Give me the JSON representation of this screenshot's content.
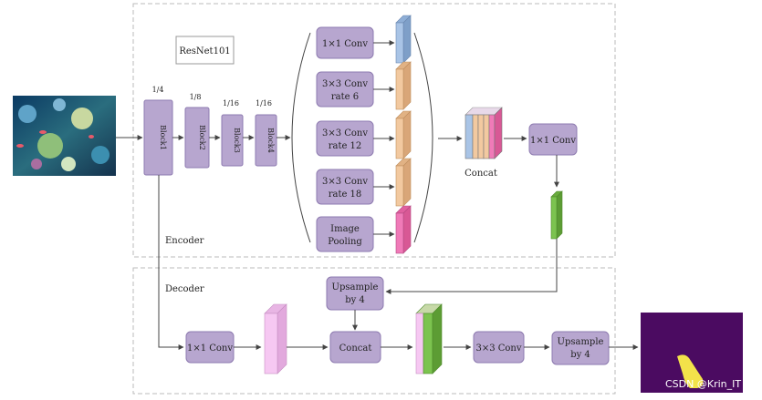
{
  "texts": {
    "backbone": "ResNet101",
    "encoder": "Encoder",
    "decoder": "Decoder",
    "concat": "Concat",
    "watermark": "CSDN @Krin_IT"
  },
  "blocks": [
    {
      "name": "Block1",
      "scale": "1/4"
    },
    {
      "name": "Block2",
      "scale": "1/8"
    },
    {
      "name": "Block3",
      "scale": "1/16"
    },
    {
      "name": "Block4",
      "scale": "1/16"
    }
  ],
  "aspp": [
    {
      "line1": "1×1 Conv",
      "line2": "",
      "color": "#a9c4e6"
    },
    {
      "line1": "3×3 Conv",
      "line2": "rate 6",
      "color": "#f2c9a0"
    },
    {
      "line1": "3×3 Conv",
      "line2": "rate 12",
      "color": "#f2c9a0"
    },
    {
      "line1": "3×3 Conv",
      "line2": "rate 18",
      "color": "#f2c9a0"
    },
    {
      "line1": "Image",
      "line2": "Pooling",
      "color": "#f07ab8"
    }
  ],
  "encoder_out": {
    "conv": "1×1 Conv",
    "feature_color": "#7cc34f"
  },
  "decoder": {
    "upsample1": {
      "line1": "Upsample",
      "line2": "by 4"
    },
    "lowlevel_conv": "1×1 Conv",
    "concat": "Concat",
    "conv3": "3×3 Conv",
    "upsample2": {
      "line1": "Upsample",
      "line2": "by 4"
    },
    "lowlevel_feature_color": "#f6c8f2"
  },
  "colors": {
    "box": "#b7a6cf",
    "dashed_border": "#bbbbbb",
    "output_bg": "#4b0b61",
    "output_mask": "#f3e24a"
  }
}
